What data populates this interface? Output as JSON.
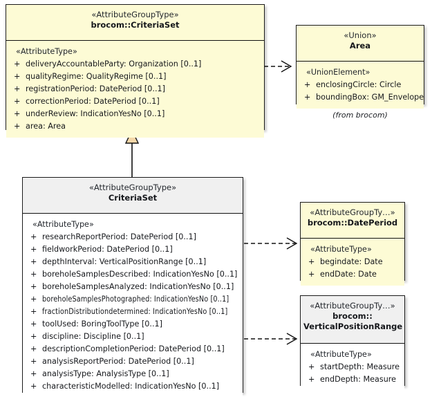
{
  "diagram": {
    "type": "uml-class-diagram",
    "background": "#ffffff",
    "fill_yellow": "#fdfbd5",
    "fill_white": "#ffffff",
    "header_grey": "#f0f0f0",
    "border": "#1a1a1a",
    "generalization_fill": "#f5d7a8"
  },
  "classes": {
    "brocom_criteriaset": {
      "stereotype": "«AttributeGroupType»",
      "name": "brocom::CriteriaSet",
      "group_stereotype": "«AttributeType»",
      "attributes": [
        {
          "visibility": "+",
          "signature": "deliveryAccountableParty: Organization [0..1]"
        },
        {
          "visibility": "+",
          "signature": "qualityRegime: QualityRegime [0..1]"
        },
        {
          "visibility": "+",
          "signature": "registrationPeriod: DatePeriod [0..1]"
        },
        {
          "visibility": "+",
          "signature": "correctionPeriod: DatePeriod [0..1]"
        },
        {
          "visibility": "+",
          "signature": "underReview: IndicationYesNo [0..1]"
        },
        {
          "visibility": "+",
          "signature": "area: Area"
        }
      ]
    },
    "area": {
      "stereotype": "«Union»",
      "name": "Area",
      "group_stereotype": "«UnionElement»",
      "package_note": "(from brocom)",
      "attributes": [
        {
          "visibility": "+",
          "signature": "enclosingCircle: Circle"
        },
        {
          "visibility": "+",
          "signature": "boundingBox: GM_Envelope"
        }
      ]
    },
    "criteriaset": {
      "stereotype": "«AttributeGroupType»",
      "name": "CriteriaSet",
      "group_stereotype": "«AttributeType»",
      "attributes": [
        {
          "visibility": "+",
          "signature": "researchReportPeriod: DatePeriod [0..1]"
        },
        {
          "visibility": "+",
          "signature": "fieldworkPeriod: DatePeriod [0..1]"
        },
        {
          "visibility": "+",
          "signature": "depthInterval: VerticalPositionRange [0..1]"
        },
        {
          "visibility": "+",
          "signature": "boreholeSamplesDescribed: IndicationYesNo [0..1]"
        },
        {
          "visibility": "+",
          "signature": "boreholeSamplesAnalyzed: IndicationYesNo [0..1]"
        },
        {
          "visibility": "+",
          "signature": "boreholeSamplesPhotographed: IndicationYesNo [0..1]"
        },
        {
          "visibility": "+",
          "signature": "fractionDistributiondetermined: IndicationYesNo [0..1]"
        },
        {
          "visibility": "+",
          "signature": "toolUsed: BoringToolType [0..1]"
        },
        {
          "visibility": "+",
          "signature": "discipline: Discipline [0..1]"
        },
        {
          "visibility": "+",
          "signature": "descriptionCompletionPeriod: DatePeriod [0..1]"
        },
        {
          "visibility": "+",
          "signature": "analysisReportPeriod: DatePeriod [0..1]"
        },
        {
          "visibility": "+",
          "signature": "analysisType: AnalysisType [0..1]"
        },
        {
          "visibility": "+",
          "signature": "characteristicModelled: IndicationYesNo [0..1]"
        }
      ]
    },
    "dateperiod": {
      "stereotype": "«AttributeGroupTy…»",
      "name": "brocom::DatePeriod",
      "group_stereotype": "«AttributeType»",
      "attributes": [
        {
          "visibility": "+",
          "signature": "begindate: Date"
        },
        {
          "visibility": "+",
          "signature": "endDate: Date"
        }
      ]
    },
    "verticalpositionrange": {
      "stereotype": "«AttributeGroupTy…»",
      "name_line1": "brocom::",
      "name_line2": "VerticalPositionRange",
      "group_stereotype": "«AttributeType»",
      "attributes": [
        {
          "visibility": "+",
          "signature": "startDepth: Measure"
        },
        {
          "visibility": "+",
          "signature": "endDepth: Measure"
        }
      ]
    }
  },
  "relations": [
    {
      "kind": "dependency",
      "from": "brocom_criteriaset",
      "to": "area"
    },
    {
      "kind": "generalization",
      "from": "criteriaset",
      "to": "brocom_criteriaset"
    },
    {
      "kind": "dependency",
      "from": "criteriaset",
      "to": "dateperiod"
    },
    {
      "kind": "dependency",
      "from": "criteriaset",
      "to": "verticalpositionrange"
    }
  ]
}
